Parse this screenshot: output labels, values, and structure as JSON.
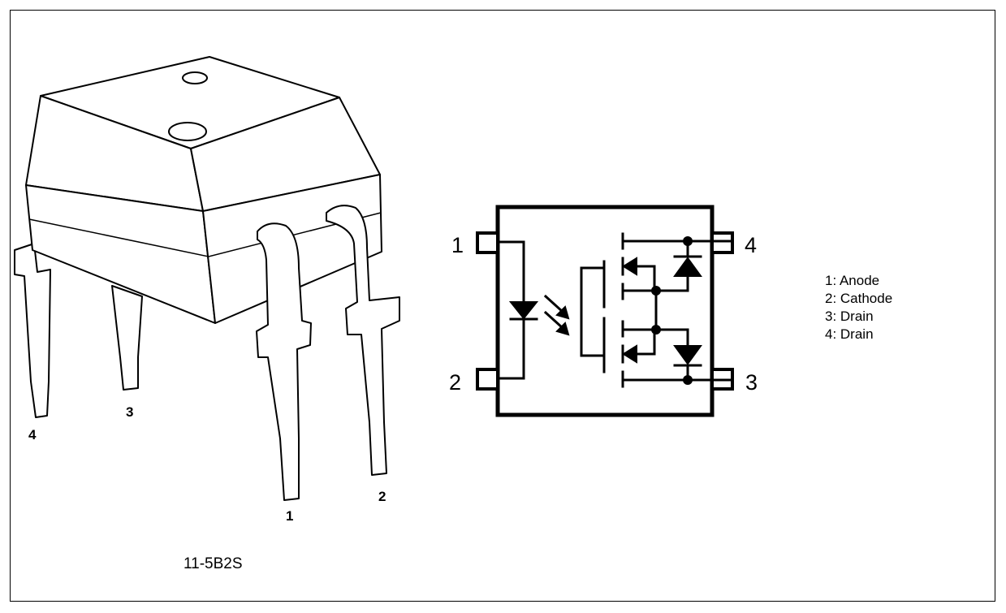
{
  "package_pins": [
    "1",
    "2",
    "3",
    "4"
  ],
  "schematic_pins": [
    "1",
    "2",
    "3",
    "4"
  ],
  "legend": [
    {
      "text": "1: Anode"
    },
    {
      "text": "2: Cathode"
    },
    {
      "text": "3: Drain"
    },
    {
      "text": "4: Drain"
    }
  ],
  "part_code": "11-5B2S",
  "colors": {
    "line": "#000000",
    "background": "#ffffff"
  }
}
